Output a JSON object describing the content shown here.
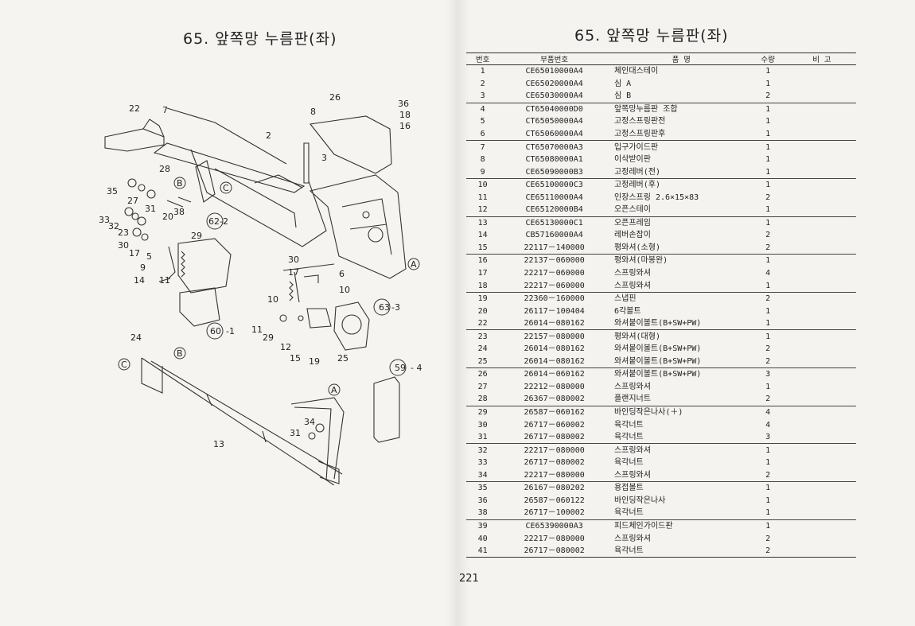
{
  "titles": {
    "left": "65. 앞쪽망 누름판(좌)",
    "right": "65. 앞쪽망 누름판(좌)"
  },
  "page_number": "221",
  "diagram": {
    "labels": [
      "22",
      "7",
      "26",
      "36",
      "18",
      "16",
      "8",
      "2",
      "3",
      "28",
      "35",
      "B",
      "C",
      "31",
      "27",
      "38",
      "62",
      "-2",
      "33",
      "32",
      "20",
      "29",
      "23",
      "30",
      "17",
      "5",
      "9",
      "14",
      "11",
      "30",
      "17",
      "6",
      "10",
      "10",
      "63",
      "-3",
      "11",
      "29",
      "12",
      "15",
      "19",
      "25",
      "60",
      "-1",
      "24",
      "B",
      "C",
      "59",
      "- 4",
      "A",
      "A",
      "34",
      "31",
      "13"
    ]
  },
  "table": {
    "headers": [
      "번호",
      "부품번호",
      "품 명",
      "수량",
      "비 고"
    ],
    "rows": [
      {
        "no": "1",
        "part": "CE65010000A4",
        "name": "체인대스테이",
        "qty": "1",
        "group": true
      },
      {
        "no": "2",
        "part": "CE65020000A4",
        "name": "심 A",
        "qty": "1",
        "group": false
      },
      {
        "no": "3",
        "part": "CE65030000A4",
        "name": "심 B",
        "qty": "2",
        "group": false
      },
      {
        "no": "4",
        "part": "CT65040000D0",
        "name": "앞쪽망누름판 조합",
        "qty": "1",
        "group": true
      },
      {
        "no": "5",
        "part": "CT65050000A4",
        "name": "고정스프링판전",
        "qty": "1",
        "group": false
      },
      {
        "no": "6",
        "part": "CT65060000A4",
        "name": "고정스프링판후",
        "qty": "1",
        "group": false
      },
      {
        "no": "7",
        "part": "CT65070000A3",
        "name": "입구가이드판",
        "qty": "1",
        "group": true
      },
      {
        "no": "8",
        "part": "CT65080000A1",
        "name": "이삭받이판",
        "qty": "1",
        "group": false
      },
      {
        "no": "9",
        "part": "CE65090000B3",
        "name": "고정레버(전)",
        "qty": "1",
        "group": false
      },
      {
        "no": "10",
        "part": "CE65100000C3",
        "name": "고정레버(후)",
        "qty": "1",
        "group": true
      },
      {
        "no": "11",
        "part": "CE65110000A4",
        "name": "인장스프링 2.6×15×83",
        "qty": "2",
        "group": false
      },
      {
        "no": "12",
        "part": "CE65120000B4",
        "name": "오픈스테이",
        "qty": "1",
        "group": false
      },
      {
        "no": "13",
        "part": "CE65130000C1",
        "name": "오픈프레임",
        "qty": "1",
        "group": true
      },
      {
        "no": "14",
        "part": "CB57160000A4",
        "name": "레버손잡이",
        "qty": "2",
        "group": false
      },
      {
        "no": "15",
        "part": "22117－140000",
        "name": "평와셔(소형)",
        "qty": "2",
        "group": false
      },
      {
        "no": "16",
        "part": "22137－060000",
        "name": "평와셔(마봉완)",
        "qty": "1",
        "group": true
      },
      {
        "no": "17",
        "part": "22217－060000",
        "name": "스프링와셔",
        "qty": "4",
        "group": false
      },
      {
        "no": "18",
        "part": "22217－060000",
        "name": "스프링와셔",
        "qty": "1",
        "group": false
      },
      {
        "no": "19",
        "part": "22360－160000",
        "name": "스냅핀",
        "qty": "2",
        "group": true
      },
      {
        "no": "20",
        "part": "26117－100404",
        "name": "6각볼트",
        "qty": "1",
        "group": false
      },
      {
        "no": "22",
        "part": "26014－080162",
        "name": "와셔붙이볼트(B+SW+PW)",
        "qty": "1",
        "group": false
      },
      {
        "no": "23",
        "part": "22157－080000",
        "name": "평와셔(대형)",
        "qty": "1",
        "group": true
      },
      {
        "no": "24",
        "part": "26014－080162",
        "name": "와셔붙이볼트(B+SW+PW)",
        "qty": "2",
        "group": false
      },
      {
        "no": "25",
        "part": "26014－080162",
        "name": "와셔붙이볼트(B+SW+PW)",
        "qty": "2",
        "group": false
      },
      {
        "no": "26",
        "part": "26014－060162",
        "name": "와셔붙이볼트(B+SW+PW)",
        "qty": "3",
        "group": true
      },
      {
        "no": "27",
        "part": "22212－080000",
        "name": "스프링와셔",
        "qty": "1",
        "group": false
      },
      {
        "no": "28",
        "part": "26367－080002",
        "name": "플랜지너트",
        "qty": "2",
        "group": false
      },
      {
        "no": "29",
        "part": "26587－060162",
        "name": "바인딩작은나사(＋)",
        "qty": "4",
        "group": true
      },
      {
        "no": "30",
        "part": "26717－060002",
        "name": "육각너트",
        "qty": "4",
        "group": false
      },
      {
        "no": "31",
        "part": "26717－080002",
        "name": "육각너트",
        "qty": "3",
        "group": false
      },
      {
        "no": "32",
        "part": "22217－080000",
        "name": "스프링와셔",
        "qty": "1",
        "group": true
      },
      {
        "no": "33",
        "part": "26717－080002",
        "name": "육각너트",
        "qty": "1",
        "group": false
      },
      {
        "no": "34",
        "part": "22217－080000",
        "name": "스프링와셔",
        "qty": "2",
        "group": false
      },
      {
        "no": "35",
        "part": "26167－080202",
        "name": "용접볼트",
        "qty": "1",
        "group": true
      },
      {
        "no": "36",
        "part": "26587－060122",
        "name": "바인딩작은나사",
        "qty": "1",
        "group": false
      },
      {
        "no": "38",
        "part": "26717－100002",
        "name": "육각너트",
        "qty": "1",
        "group": false
      },
      {
        "no": "39",
        "part": "CE65390000A3",
        "name": "피드체인가이드판",
        "qty": "1",
        "group": true
      },
      {
        "no": "40",
        "part": "22217－080000",
        "name": "스프링와셔",
        "qty": "2",
        "group": false
      },
      {
        "no": "41",
        "part": "26717－080002",
        "name": "육각너트",
        "qty": "2",
        "group": false
      }
    ]
  }
}
